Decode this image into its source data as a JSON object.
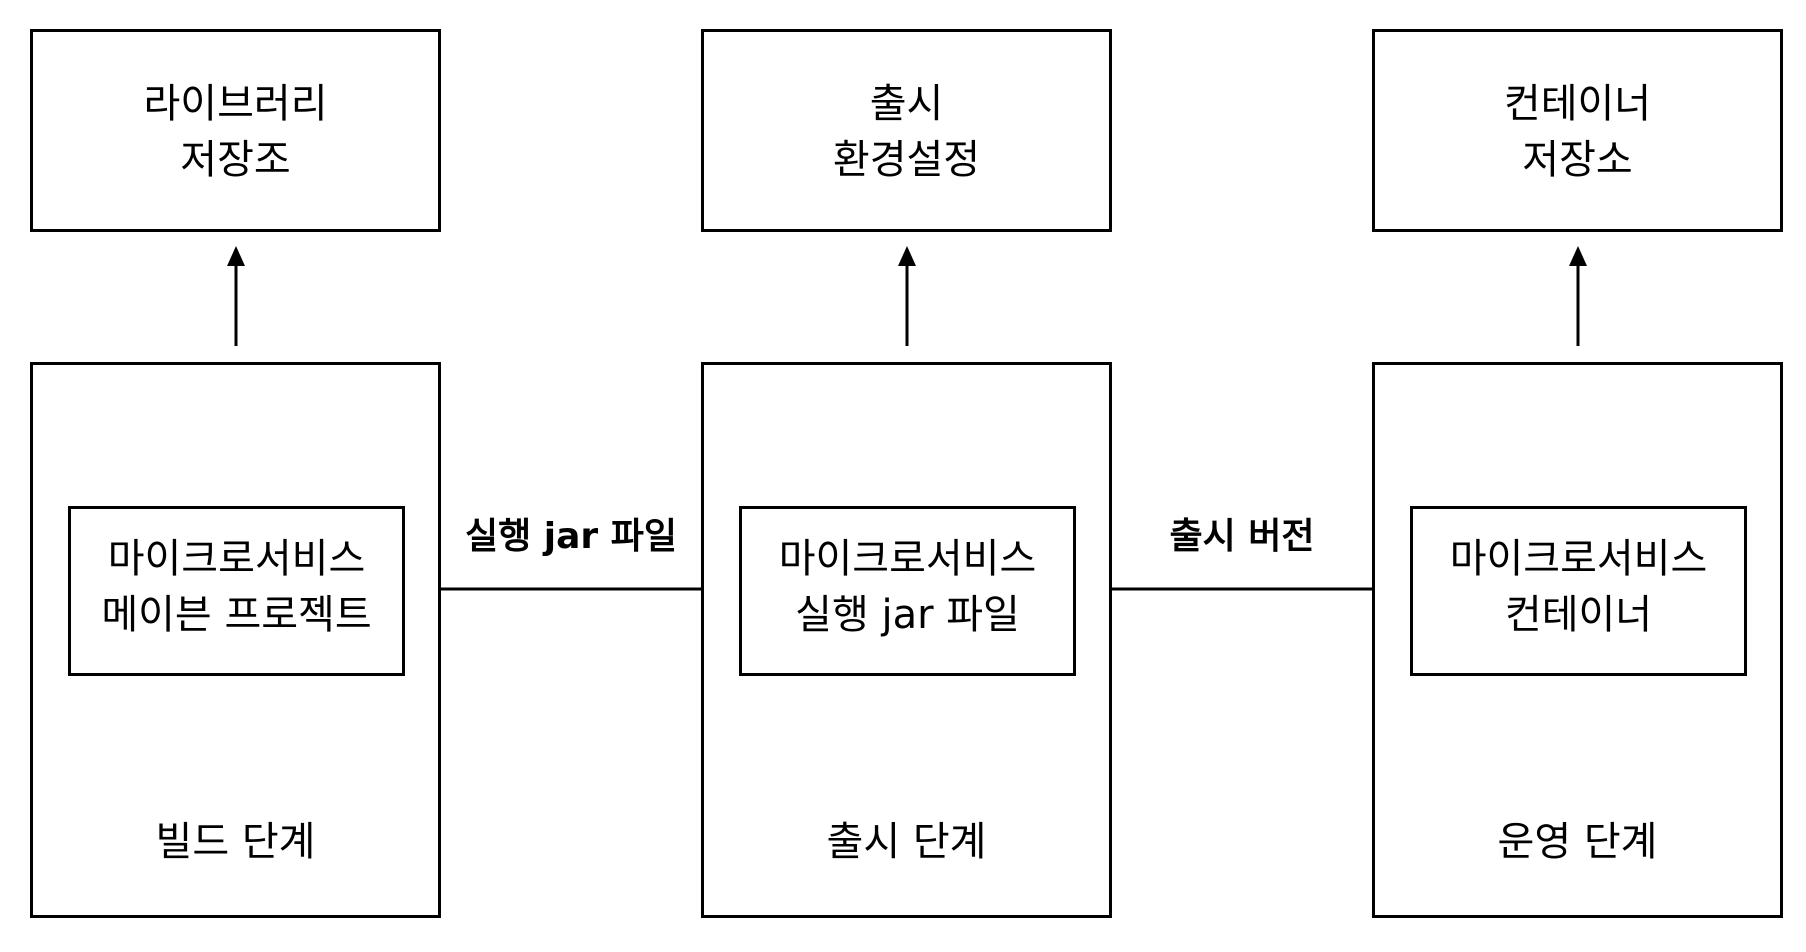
{
  "repositories": [
    {
      "line1": "라이브러리",
      "line2": "저장조"
    },
    {
      "line1": "출시",
      "line2": "환경설정"
    },
    {
      "line1": "컨테이너",
      "line2": "저장소"
    }
  ],
  "stages": [
    {
      "inner_line1": "마이크로서비스",
      "inner_line2": "메이븐 프로젝트",
      "label": "빌드 단계"
    },
    {
      "inner_line1": "마이크로서비스",
      "inner_line2": "실행 jar 파일",
      "label": "출시 단계"
    },
    {
      "inner_line1": "마이크로서비스",
      "inner_line2": "컨테이너",
      "label": "운영 단계"
    }
  ],
  "flows": [
    {
      "label": "실행 jar 파일"
    },
    {
      "label": "출시 버전"
    }
  ]
}
